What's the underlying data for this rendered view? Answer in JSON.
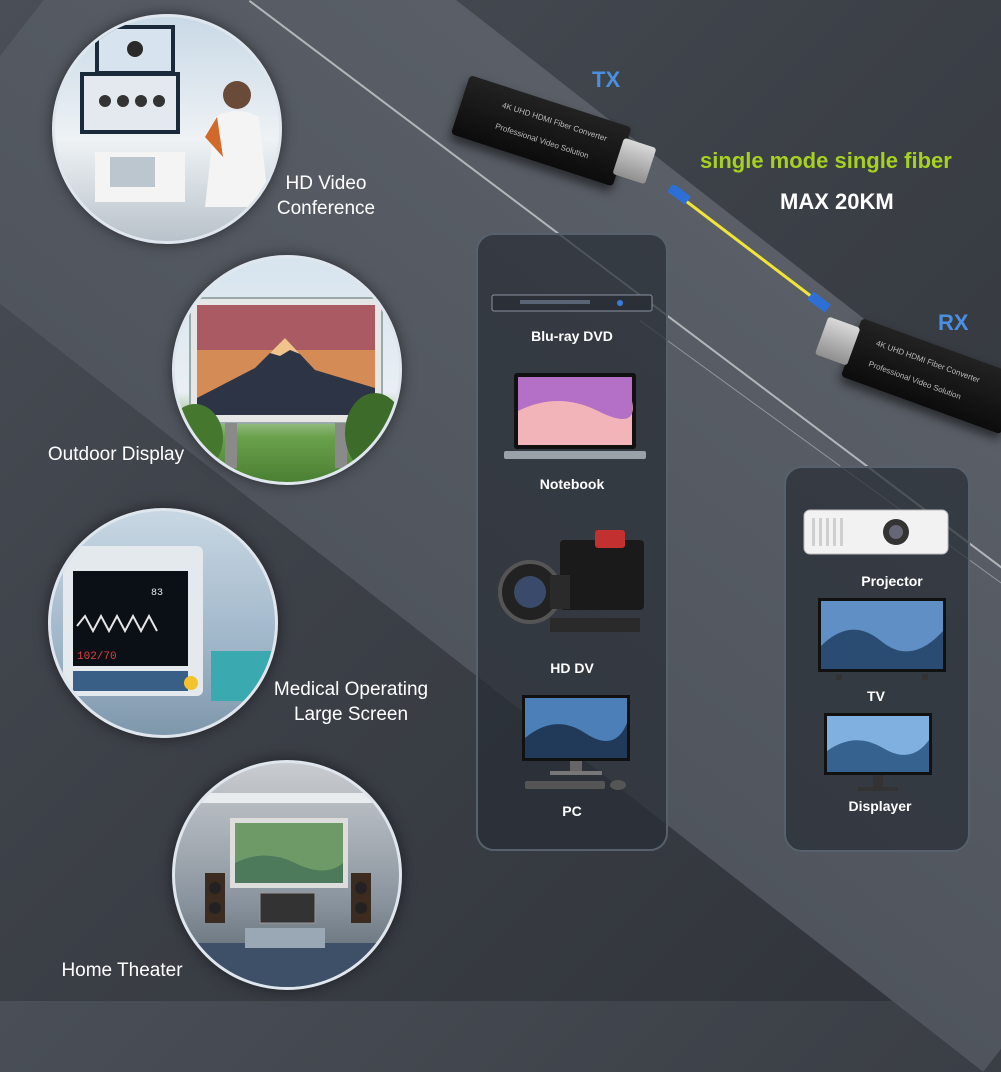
{
  "colors": {
    "accent_green": "#a6d11f",
    "tag_blue": "#4a8fe0",
    "background": "#3f434a"
  },
  "scenes": [
    {
      "label_lines": [
        "HD Video",
        "Conference"
      ],
      "icon": "video-conference-photo"
    },
    {
      "label_lines": [
        "Outdoor Display"
      ],
      "icon": "billboard-photo"
    },
    {
      "label_lines": [
        "Medical Operating",
        "Large Screen"
      ],
      "icon": "medical-monitor-photo"
    },
    {
      "label_lines": [
        "Home Theater"
      ],
      "icon": "home-theater-photo"
    }
  ],
  "transmitter": {
    "tag": "TX",
    "body_lines": [
      "4K UHD HDMI Fiber Converter",
      "Professional Video Solution"
    ]
  },
  "receiver": {
    "tag": "RX",
    "body_lines": [
      "4K UHD HDMI Fiber Converter",
      "Professional Video Solution"
    ]
  },
  "fiber": {
    "line1": "single mode single fiber",
    "line2": "MAX 20KM"
  },
  "sources": [
    {
      "label": "Blu-ray DVD",
      "icon": "bluray-player-icon"
    },
    {
      "label": "Notebook",
      "icon": "notebook-icon"
    },
    {
      "label": "HD DV",
      "icon": "camera-icon"
    },
    {
      "label": "PC",
      "icon": "pc-monitor-icon"
    }
  ],
  "displays": [
    {
      "label": "Projector",
      "icon": "projector-icon"
    },
    {
      "label": "TV",
      "icon": "tv-icon"
    },
    {
      "label": "Displayer",
      "icon": "monitor-icon"
    }
  ]
}
